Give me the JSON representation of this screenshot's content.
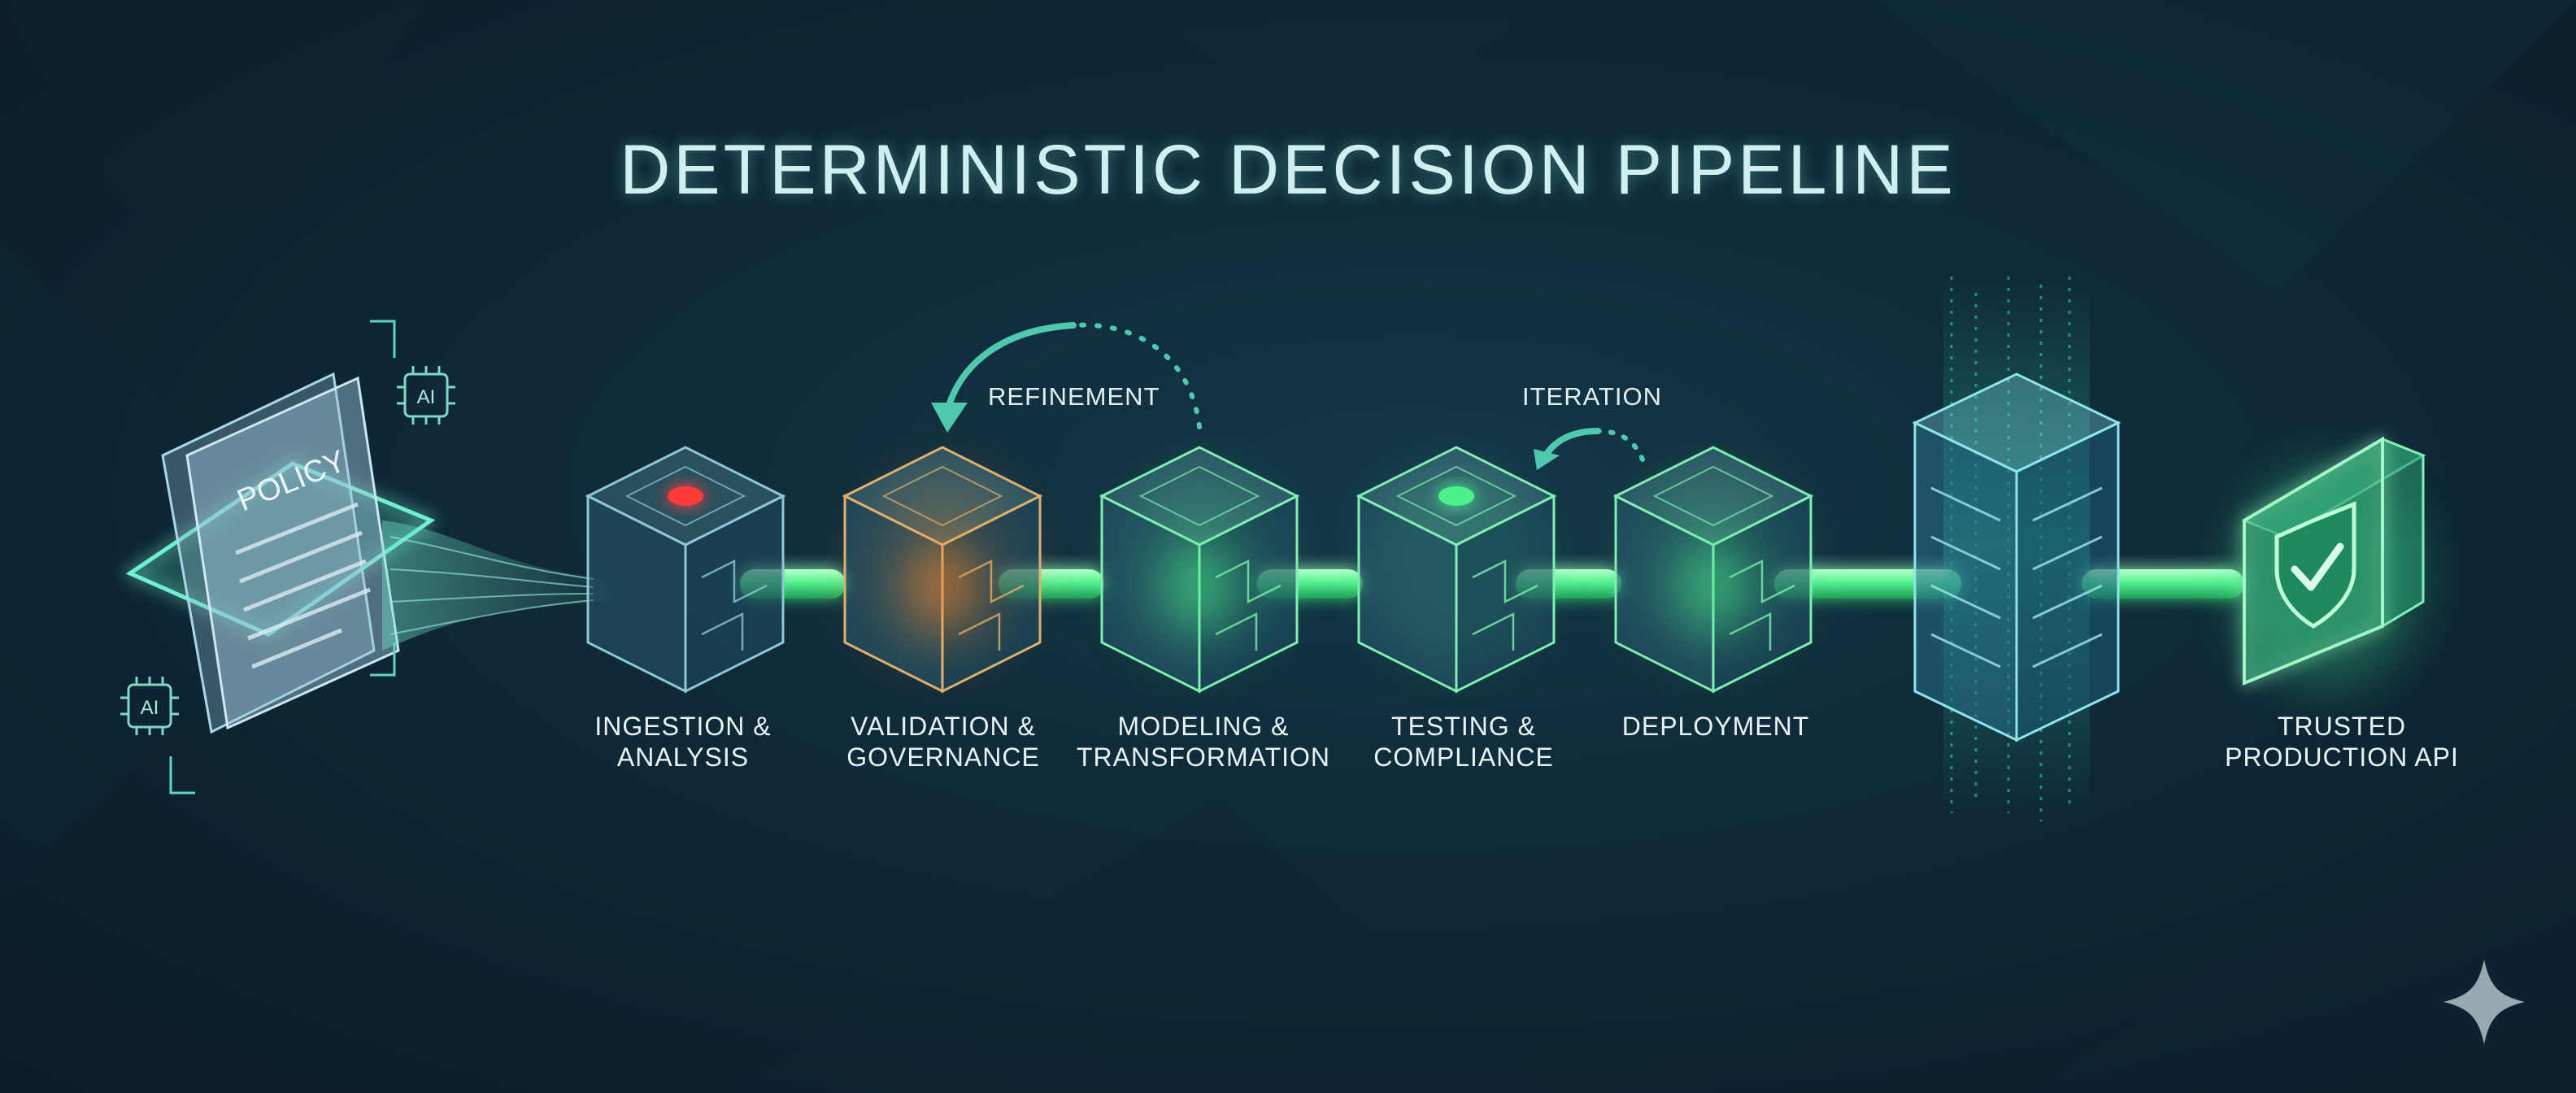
{
  "title": "DETERMINISTIC DECISION PIPELINE",
  "source_document": {
    "label": "POLICY",
    "chip_label": "AI"
  },
  "stages": [
    {
      "lines": [
        "INGESTION &",
        "ANALYSIS"
      ],
      "status": "red"
    },
    {
      "lines": [
        "VALIDATION &",
        "GOVERNANCE"
      ],
      "status": "orange"
    },
    {
      "lines": [
        "MODELING &",
        "TRANSFORMATION"
      ],
      "status": "green"
    },
    {
      "lines": [
        "TESTING &",
        "COMPLIANCE"
      ],
      "status": "green"
    },
    {
      "lines": [
        "DEPLOYMENT"
      ],
      "status": "green"
    }
  ],
  "feedback_loops": [
    {
      "label": "REFINEMENT",
      "from_stage": 3,
      "to_stage": 2
    },
    {
      "label": "ITERATION",
      "from_stage": 5,
      "to_stage": 4
    }
  ],
  "output": {
    "lines": [
      "TRUSTED",
      "PRODUCTION API"
    ],
    "icon": "shield-check-icon"
  },
  "colors": {
    "accent_green": "#4df08c",
    "alert_red": "#ff3b3b",
    "warning_orange": "#ff8a2a",
    "teal_outline": "#5fd6c4",
    "background": "#0f2a38"
  }
}
